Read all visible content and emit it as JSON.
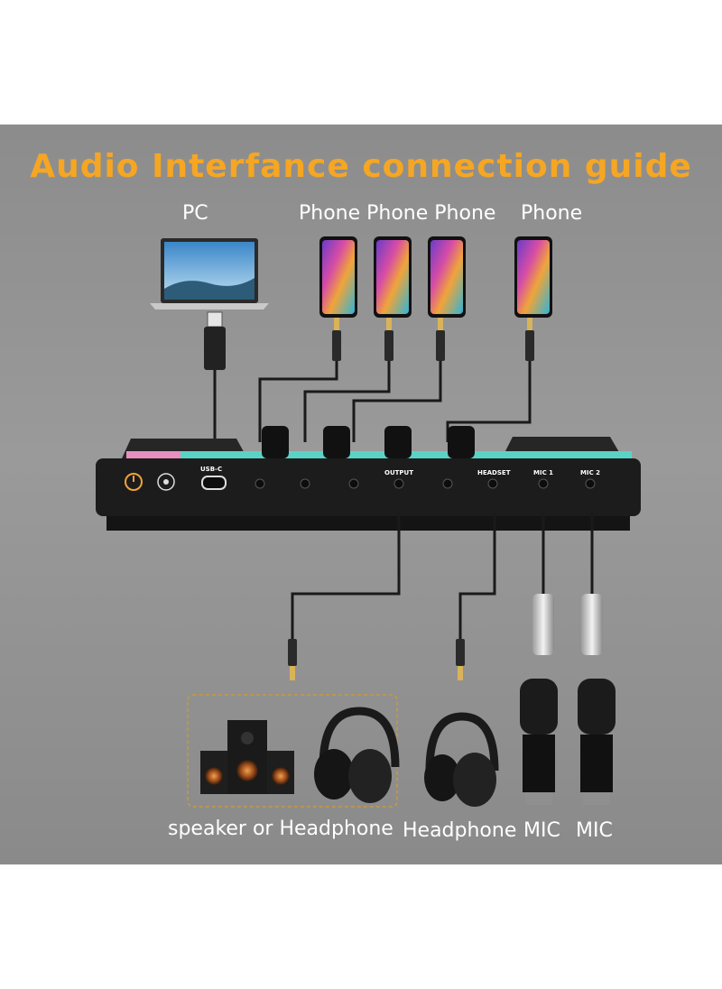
{
  "title": "Audio Interfance connection guide",
  "colors": {
    "title": "#f5a623",
    "panel": "#929292",
    "device": "#1c1c1c",
    "cable": "#1a1a1a"
  },
  "top_labels": {
    "pc": "PC",
    "phones": "Phone Phone Phone",
    "phone": "Phone"
  },
  "ports": {
    "usb_c": "USB-C",
    "output": "OUTPUT",
    "headset": "HEADSET",
    "mic1": "MIC 1",
    "mic2": "MIC 2"
  },
  "bottom_labels": {
    "speaker_or_headphone": "speaker or Headphone",
    "headphone": "Headphone",
    "mic1": "MIC",
    "mic2": "MIC"
  },
  "icons": [
    "laptop-icon",
    "phone-icon",
    "speaker-icon",
    "headphone-icon",
    "microphone-icon",
    "power-icon",
    "light-icon"
  ]
}
